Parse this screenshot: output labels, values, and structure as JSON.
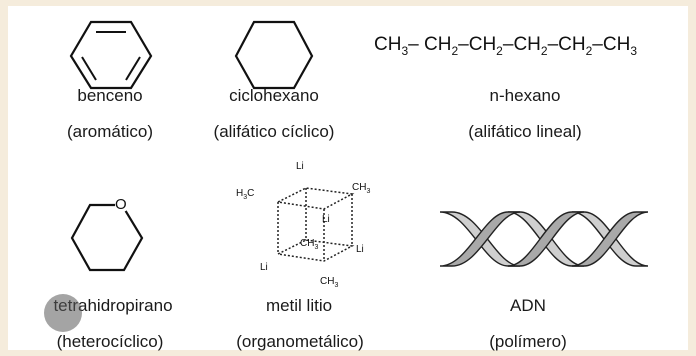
{
  "structures": [
    {
      "name": "benceno",
      "type": "(aromático)"
    },
    {
      "name": "ciclohexano",
      "type": "(alifático cíclico)"
    },
    {
      "name": "n-hexano",
      "type": "(alifático lineal)"
    },
    {
      "name": "tetrahidropirano",
      "type": "(heterocíclico)"
    },
    {
      "name": "metil litio",
      "type": "(organometálico)"
    },
    {
      "name": "ADN",
      "type": "(polímero)"
    }
  ],
  "hexane": {
    "ch3": "CH",
    "ch2": "CH",
    "sub3": "3",
    "sub2": "2"
  },
  "thp": {
    "oxygen": "O"
  },
  "methyllithium": {
    "li": "Li",
    "h3c": "H",
    "c": "C",
    "ch": "CH",
    "sub3": "3"
  }
}
